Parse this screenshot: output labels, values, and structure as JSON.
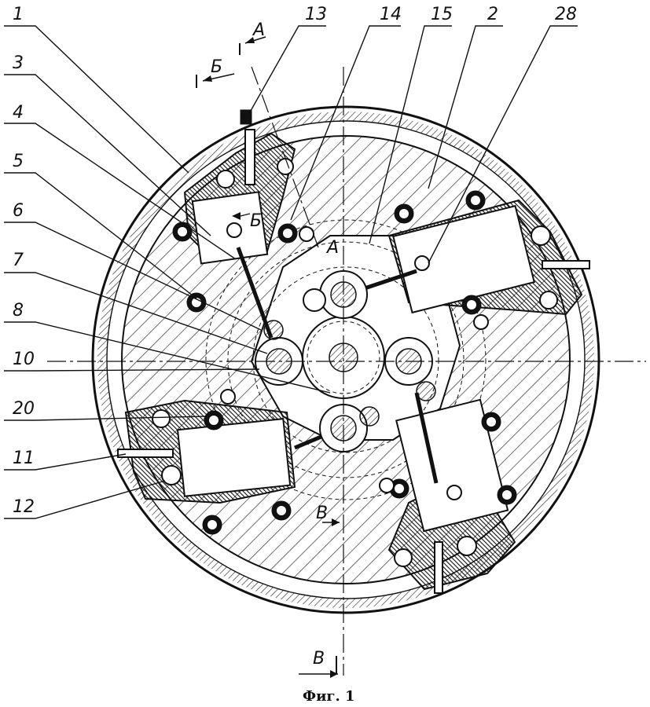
{
  "labels": {
    "l1": "1",
    "l2": "2",
    "l3": "3",
    "l4": "4",
    "l5": "5",
    "l6": "6",
    "l7": "7",
    "l8": "8",
    "l10": "10",
    "l11": "11",
    "l12": "12",
    "l13": "13",
    "l14": "14",
    "l15": "15",
    "l20": "20",
    "l28": "28"
  },
  "sections": {
    "a": "А",
    "b": "Б",
    "v": "В"
  },
  "caption": "Фиг. 1"
}
